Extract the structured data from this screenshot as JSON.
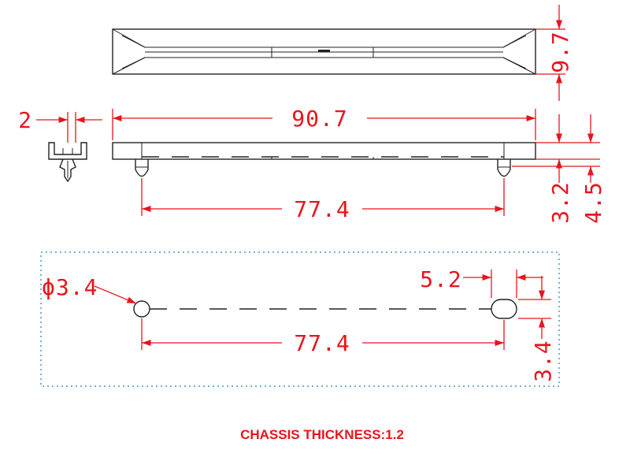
{
  "dimensions": {
    "height": "9.7",
    "length": "90.7",
    "clip_width": "2",
    "pin_spacing_side": "77.4",
    "pin_height": "3.2",
    "total_height": "4.5",
    "hole_diameter": "ϕ3.4",
    "slot_length": "5.2",
    "hole_spacing_chassis": "77.4",
    "slot_width": "3.4"
  },
  "note": "CHASSIS THICKNESS:1.2",
  "colors": {
    "dimension": "#e8141c",
    "outline": "#222222",
    "chassis_border": "#6fb3d8"
  }
}
